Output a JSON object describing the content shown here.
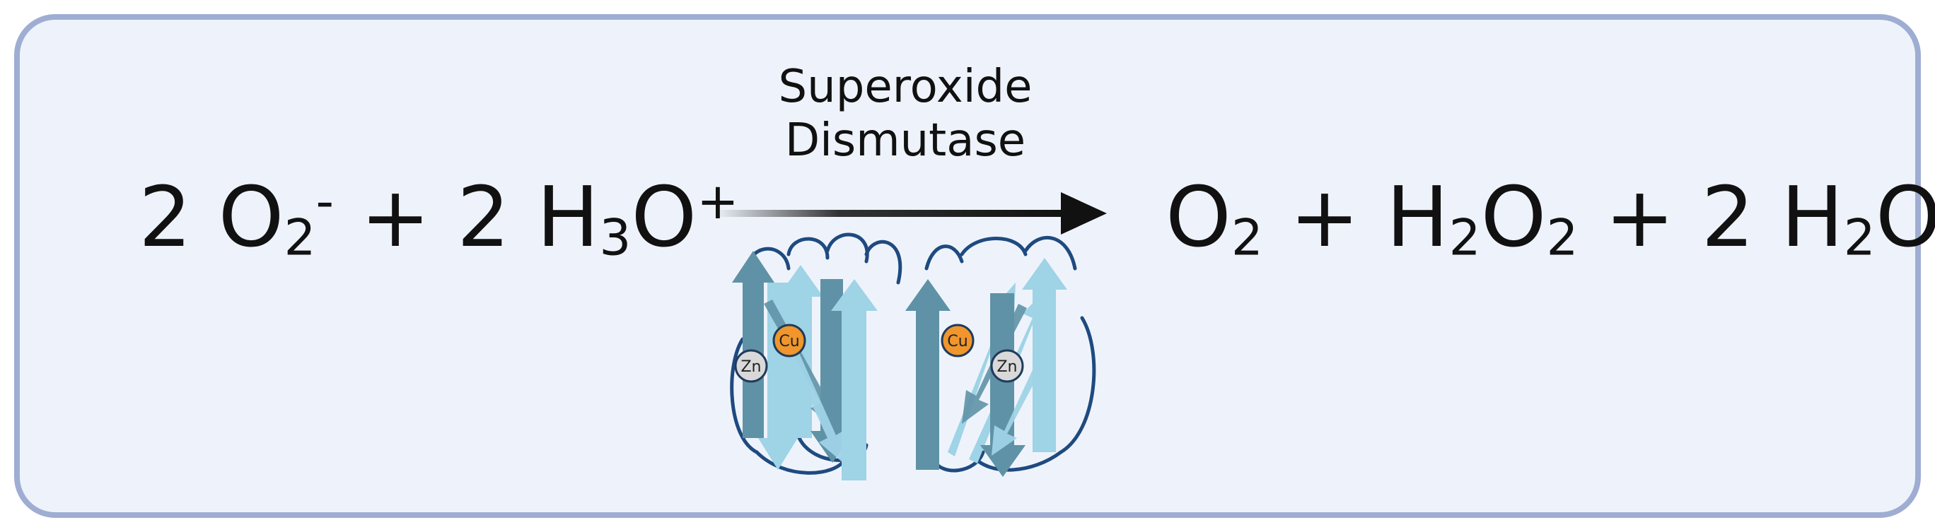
{
  "reaction": {
    "reactants": {
      "coef1": "2",
      "o_symbol": "O",
      "o_sub": "2",
      "o_charge": "-",
      "plus": "+",
      "coef2": "2",
      "h_symbol": "H",
      "h_sub": "3",
      "o2_symbol": "O",
      "h3o_charge": "+"
    },
    "enzyme": {
      "line1": "Superoxide",
      "line2": "Dismutase"
    },
    "products": {
      "o_symbol": "O",
      "o_sub": "2",
      "plus1": "+",
      "h_symbol": "H",
      "h_sub": "2",
      "o2_symbol": "O",
      "o2_sub": "2",
      "plus2": "+",
      "coef": "2",
      "h2_symbol": "H",
      "h2_sub": "2",
      "o3_symbol": "O"
    }
  },
  "metals": {
    "zn": "Zn",
    "cu": "Cu"
  },
  "colors": {
    "panel_fill": "#eef3fb",
    "panel_border": "#9fadd3",
    "strand_light": "#9fd3e6",
    "strand_dark": "#5f92a6",
    "loop": "#1f4a80",
    "cu": "#f0962c",
    "zn": "#d9d9d9"
  }
}
